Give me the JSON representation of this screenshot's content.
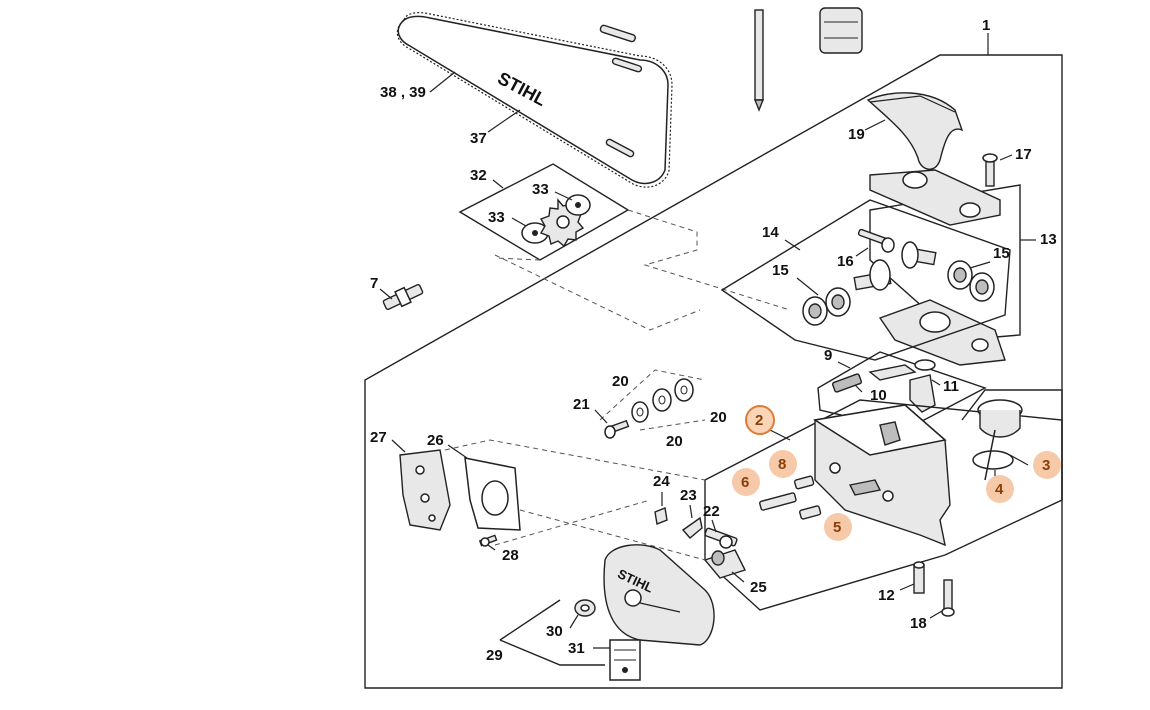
{
  "labels": {
    "p1": "1",
    "p2": "2",
    "p3": "3",
    "p4": "4",
    "p5": "5",
    "p6": "6",
    "p7": "7",
    "p8": "8",
    "p9": "9",
    "p10": "10",
    "p11": "11",
    "p12": "12",
    "p13": "13",
    "p14": "14",
    "p15a": "15",
    "p15b": "15",
    "p16": "16",
    "p17": "17",
    "p18": "18",
    "p19": "19",
    "p20a": "20",
    "p20b": "20",
    "p20c": "20",
    "p21": "21",
    "p22": "22",
    "p23": "23",
    "p24": "24",
    "p25": "25",
    "p26": "26",
    "p27": "27",
    "p28": "28",
    "p29": "29",
    "p30": "30",
    "p31": "31",
    "p32": "32",
    "p33a": "33",
    "p33b": "33",
    "p37": "37",
    "p3839": "38 , 39"
  },
  "brand": {
    "bar_logo": "STIHL",
    "cover_logo": "STIHL"
  },
  "highlighted_parts": [
    "2",
    "3",
    "4",
    "5",
    "6",
    "8"
  ],
  "colors": {
    "highlight_fill": "#f6c9a8",
    "highlight_ring": "#e07b35",
    "line": "#222222"
  }
}
